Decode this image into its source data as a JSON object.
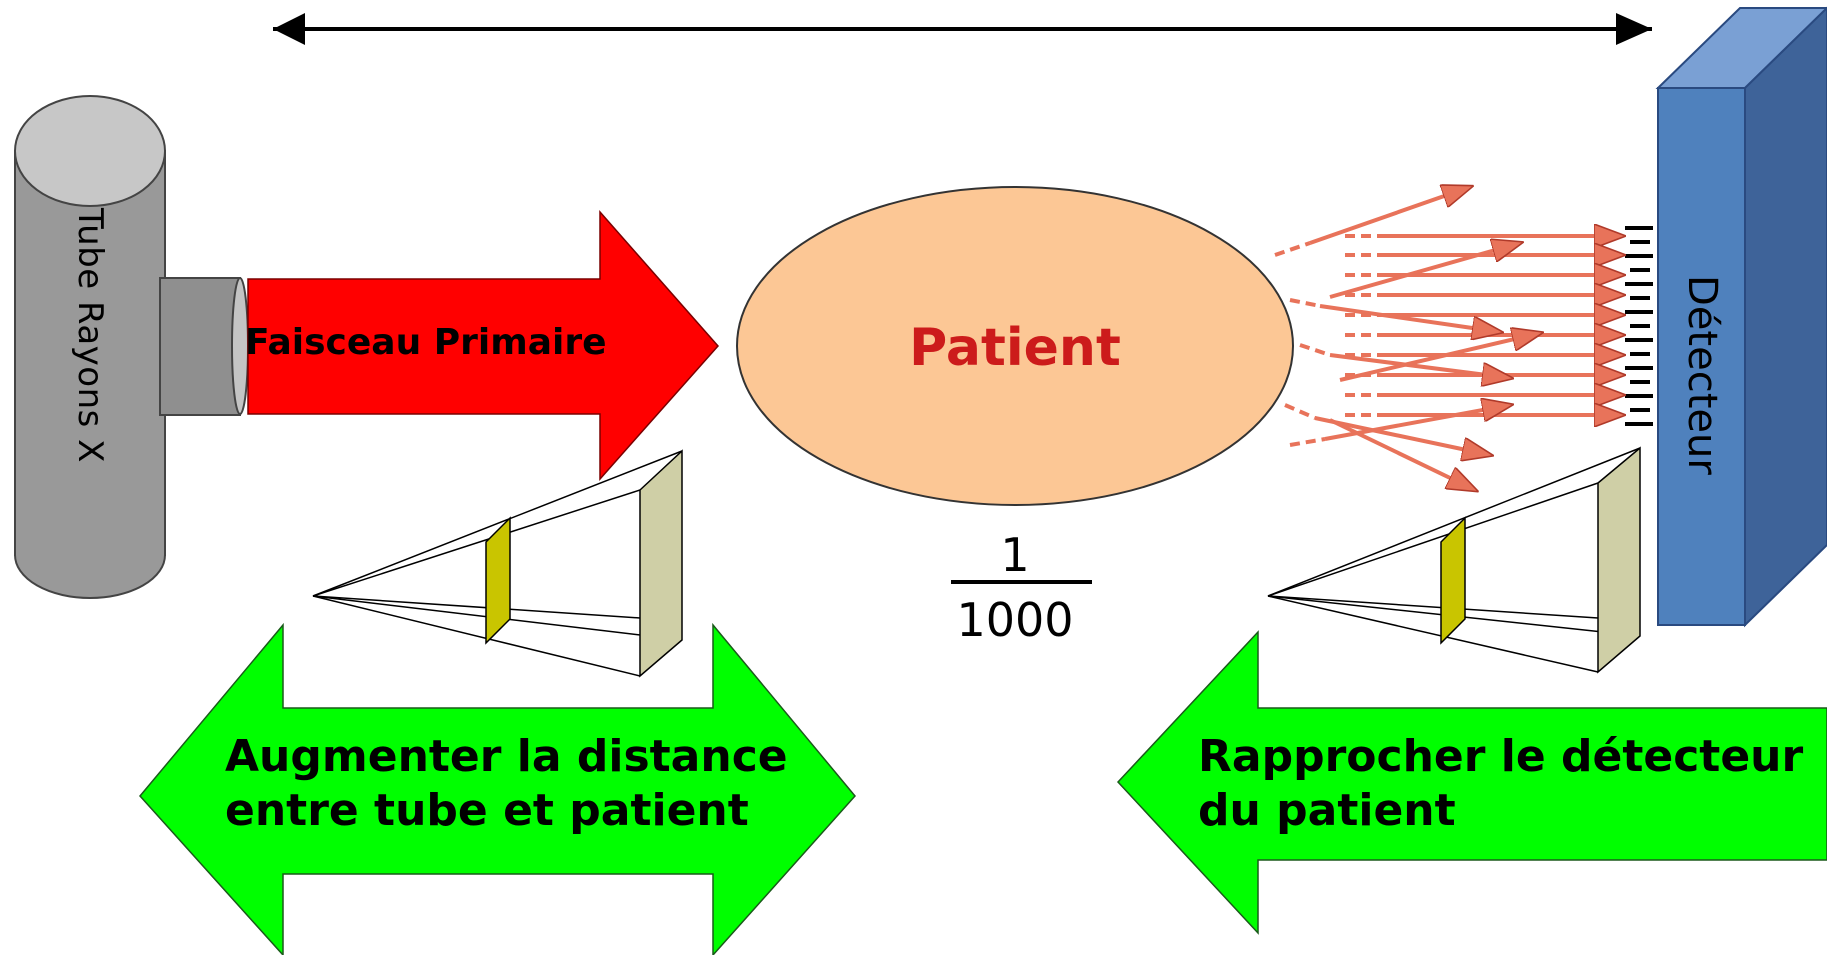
{
  "diagram": {
    "tube_label": "Tube Rayons X",
    "beam_label": "Faisceau Primaire",
    "patient_label": "Patient",
    "detector_label": "Détecteur",
    "fraction": {
      "numerator": "1",
      "denominator": "1000"
    },
    "left_arrow": {
      "line1": "Augmenter la distance",
      "line2": "entre tube et patient"
    },
    "right_arrow": {
      "line1": "Rapprocher le détecteur",
      "line2": "du patient"
    }
  },
  "colors": {
    "beam": "#ff0000",
    "patient": "#fcc795",
    "patient_text": "#cc1b1b",
    "arrows": "#00ff00",
    "detector": "#4f81bd",
    "tube": "#999999",
    "scatter": "#e8735a"
  }
}
